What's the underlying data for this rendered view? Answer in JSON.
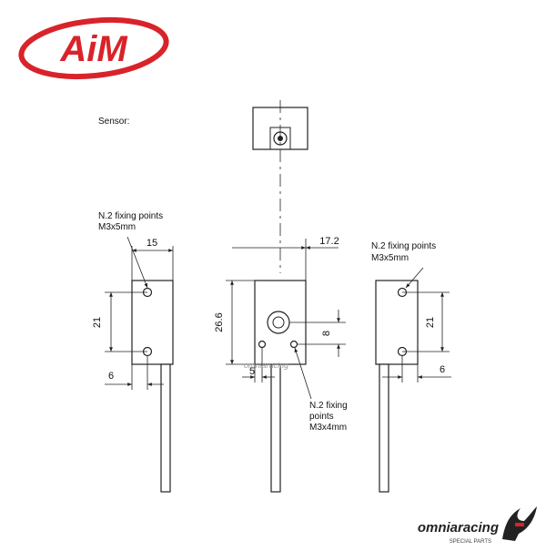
{
  "brand": {
    "logo_text": "AiM",
    "logo_color": "#d9232a",
    "watermark": "omniaracing",
    "footer_logo_text": "omniaracing",
    "footer_tagline": "SPECIAL PARTS",
    "footer_accent": "#d9232a"
  },
  "labels": {
    "sensor": "Sensor:",
    "left_note_1": "N.2 fixing points",
    "left_note_2": "M3x5mm",
    "right_note_1": "N.2 fixing points",
    "right_note_2": "M3x5mm",
    "center_note_1": "N.2 fixing",
    "center_note_2": "points",
    "center_note_3": "M3x4mm"
  },
  "dimensions": {
    "left_width": "15",
    "left_spacing": "21",
    "left_offset": "6",
    "center_width": "17.2",
    "center_height": "26.6",
    "center_hole": "8",
    "center_offset": "5",
    "right_spacing": "21",
    "right_offset": "6"
  },
  "colors": {
    "line": "#222222",
    "text": "#111111"
  }
}
